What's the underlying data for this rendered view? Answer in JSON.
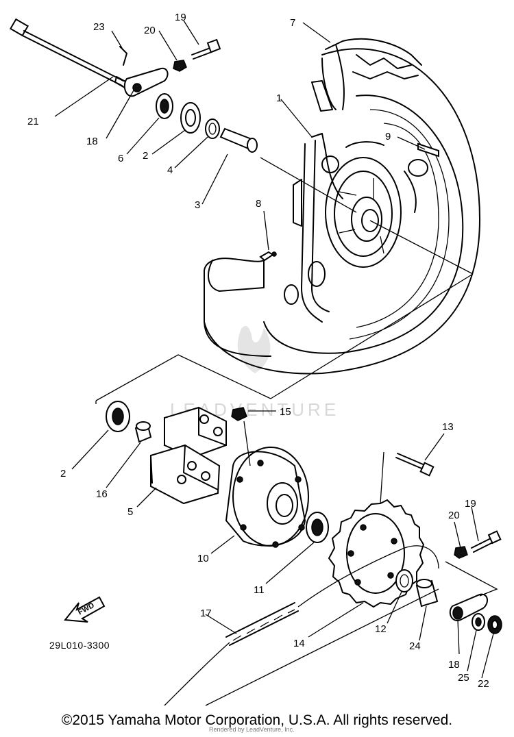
{
  "diagram": {
    "part_number": "29L010-3300",
    "fwd_label": "FWD",
    "copyright": "©2015 Yamaha Motor Corporation, U.S.A. All rights reserved.",
    "watermark": "LEADVENTURE",
    "rendered_by": "Rendered by LeadVenture, Inc.",
    "callouts": [
      "23",
      "20",
      "19",
      "7",
      "21",
      "18",
      "6",
      "2",
      "4",
      "3",
      "1",
      "9",
      "8",
      "15",
      "13",
      "2",
      "16",
      "5",
      "10",
      "11",
      "20",
      "19",
      "17",
      "12",
      "14",
      "24",
      "18",
      "25",
      "22"
    ]
  }
}
